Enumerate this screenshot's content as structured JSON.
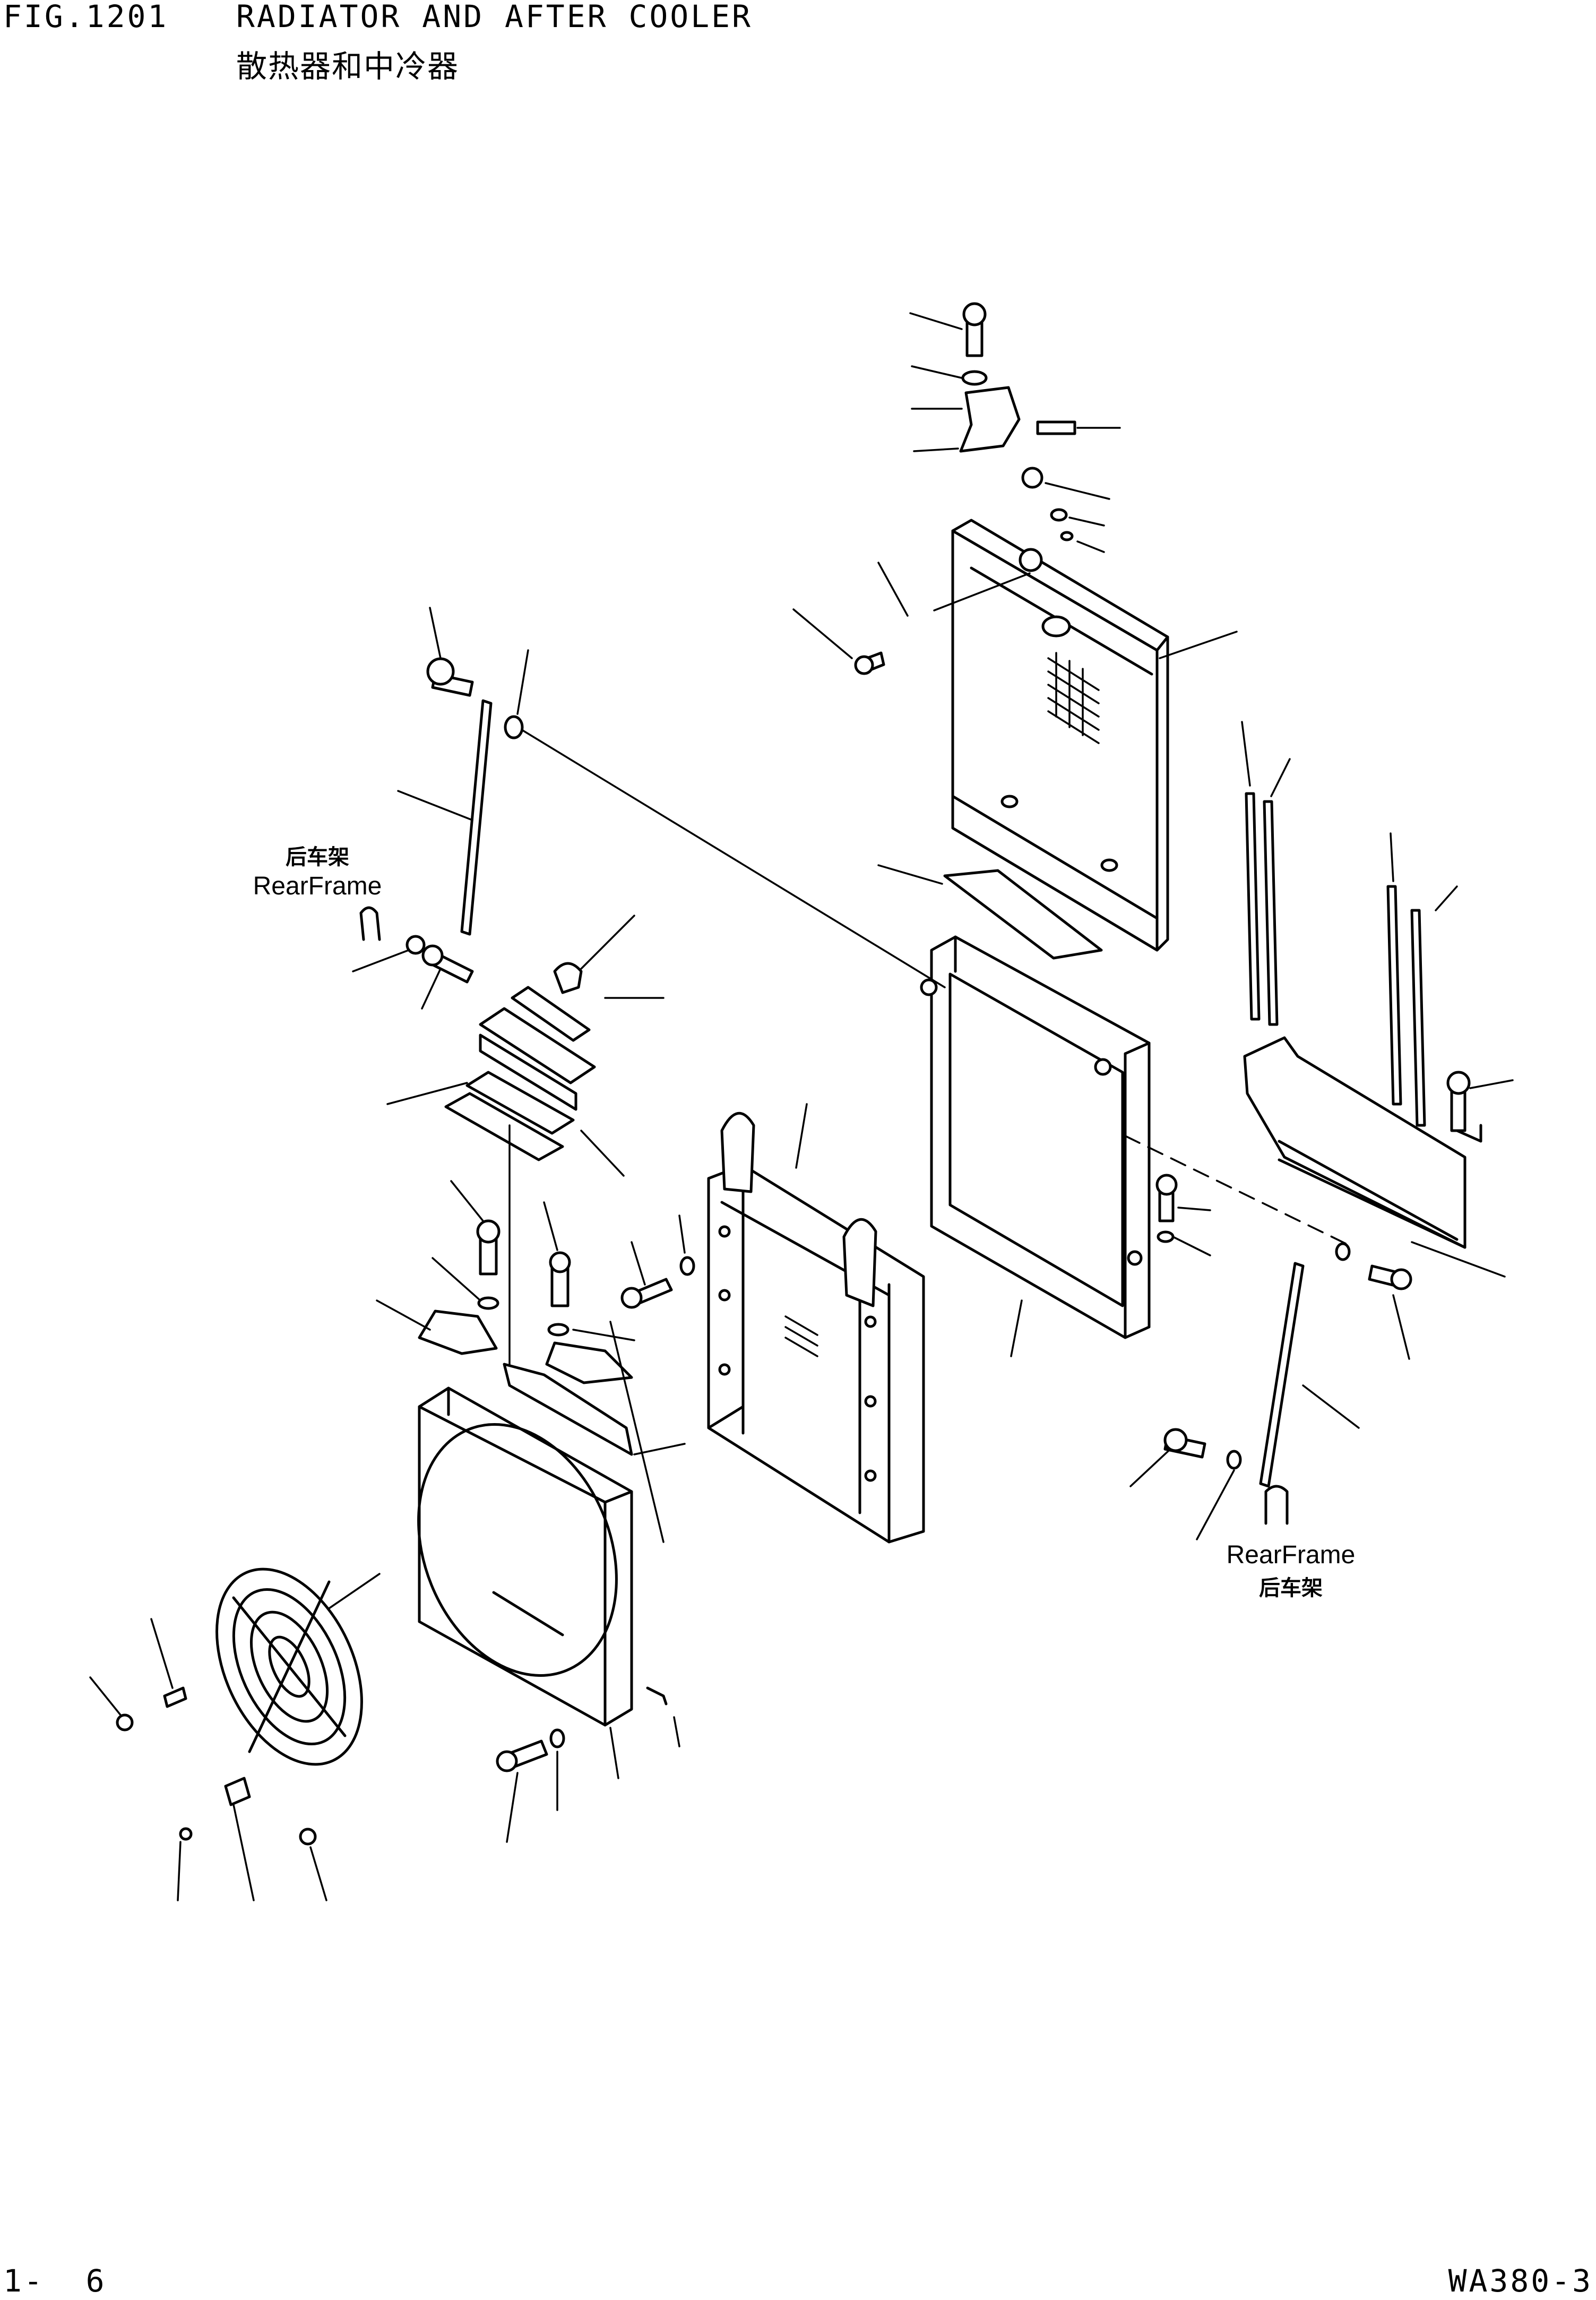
{
  "header": {
    "figure_number": "FIG.1201",
    "title_en": "RADIATOR AND AFTER COOLER",
    "title_cn": "散热器和中冷器"
  },
  "labels": {
    "rear_frame_left_cn": "后车架",
    "rear_frame_left_en": "RearFrame",
    "rear_frame_right_en": "RearFrame",
    "rear_frame_right_cn": "后车架"
  },
  "footer": {
    "page_number": "1-  6",
    "model": "WA380-3"
  }
}
